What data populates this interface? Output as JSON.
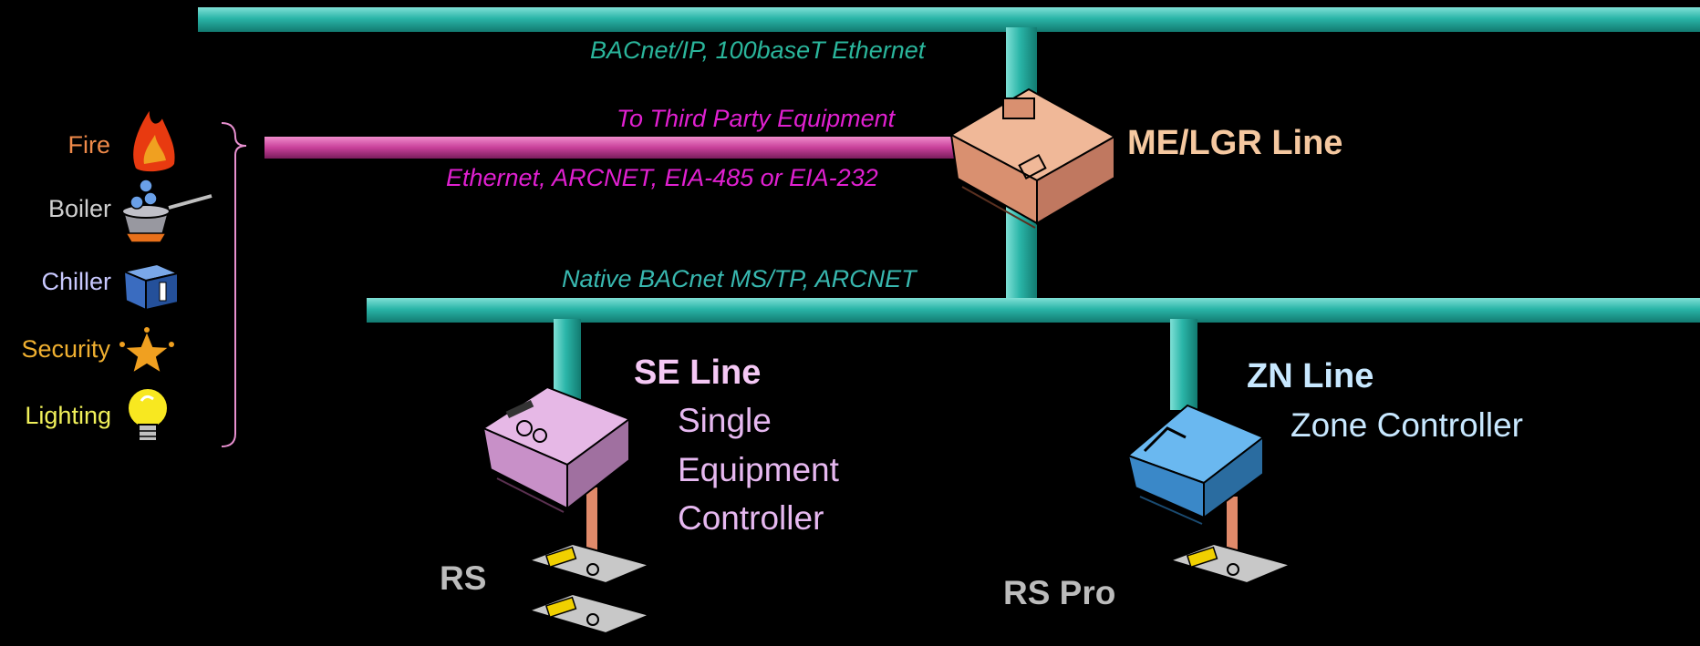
{
  "colors": {
    "background": "#000000",
    "network_bus": "#2ab5a8",
    "third_party_bus": "#c8409a",
    "sensor_wire": "#e08a6a"
  },
  "buses": {
    "ip_label": "BACnet/IP, 100baseT Ethernet",
    "third_party_label": "To Third Party Equipment",
    "third_party_protocols": "Ethernet, ARCNET, EIA-485 or EIA-232",
    "mstp_label": "Native BACnet MS/TP, ARCNET"
  },
  "third_party_items": [
    {
      "label": "Fire",
      "icon": "fire-icon",
      "color": "#f08a4a"
    },
    {
      "label": "Boiler",
      "icon": "boiler-icon",
      "color": "#d0d0d0"
    },
    {
      "label": "Chiller",
      "icon": "chiller-icon",
      "color": "#c9c9ff"
    },
    {
      "label": "Security",
      "icon": "security-star-icon",
      "color": "#f0b030"
    },
    {
      "label": "Lighting",
      "icon": "lightbulb-icon",
      "color": "#f0f05a"
    }
  ],
  "me_lgr": {
    "title": "ME/LGR Line",
    "icon": "me-lgr-controller-icon",
    "color": "#f5c8a0"
  },
  "se": {
    "title": "SE Line",
    "description_lines": [
      "Single",
      "Equipment",
      "Controller"
    ],
    "icon": "se-controller-icon",
    "color": "#f5c8f5",
    "sensor_label": "RS"
  },
  "zn": {
    "title": "ZN Line",
    "description": "Zone Controller",
    "icon": "zn-controller-icon",
    "color": "#c8e8ff",
    "sensor_label": "RS Pro"
  }
}
